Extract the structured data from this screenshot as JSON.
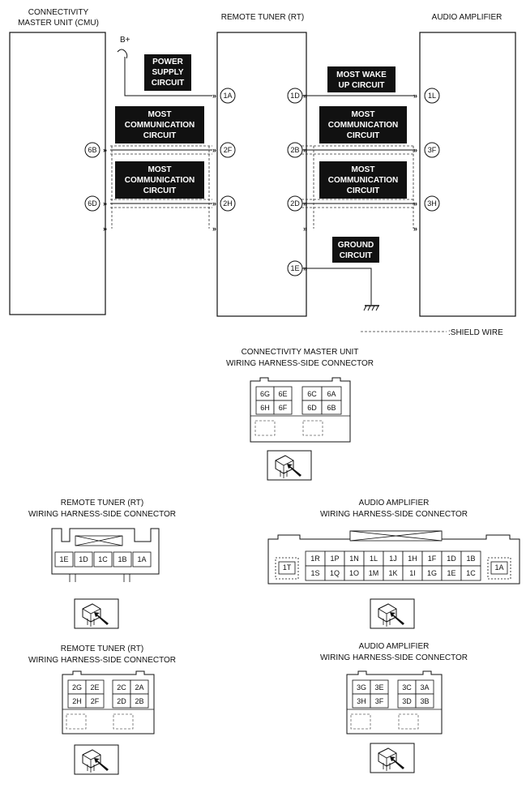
{
  "units": {
    "cmu": {
      "line1": "CONNECTIVITY",
      "line2": "MASTER UNIT (CMU)"
    },
    "rt": {
      "label": "REMOTE TUNER (RT)"
    },
    "amp": {
      "label": "AUDIO AMPLIFIER"
    }
  },
  "power": {
    "label": "B+"
  },
  "circuits": {
    "power_supply": [
      "POWER",
      "SUPPLY",
      "CIRCUIT"
    ],
    "most_comm_1": [
      "MOST",
      "COMMUNICATION",
      "CIRCUIT"
    ],
    "most_comm_2": [
      "MOST",
      "COMMUNICATION",
      "CIRCUIT"
    ],
    "most_wake": [
      "MOST WAKE",
      "UP CIRCUIT"
    ],
    "most_comm_3": [
      "MOST",
      "COMMUNICATION",
      "CIRCUIT"
    ],
    "most_comm_4": [
      "MOST",
      "COMMUNICATION",
      "CIRCUIT"
    ],
    "ground": [
      "GROUND",
      "CIRCUIT"
    ]
  },
  "pins": {
    "rt_1A": "1A",
    "rt_2F": "2F",
    "rt_2H": "2H",
    "rt_1D": "1D",
    "rt_2B": "2B",
    "rt_2D": "2D",
    "rt_1E": "1E",
    "cmu_6B": "6B",
    "cmu_6D": "6D",
    "amp_1L": "1L",
    "amp_3F": "3F",
    "amp_3H": "3H"
  },
  "legend": {
    "shield": ":SHIELD WIRE"
  },
  "connectors": {
    "cmu": {
      "title1": "CONNECTIVITY MASTER UNIT",
      "title2": "WIRING HARNESS-SIDE CONNECTOR",
      "rows_left": [
        [
          "6G",
          "6E"
        ],
        [
          "6H",
          "6F"
        ]
      ],
      "rows_right": [
        [
          "6C",
          "6A"
        ],
        [
          "6D",
          "6B"
        ]
      ]
    },
    "rt1": {
      "title1": "REMOTE TUNER (RT)",
      "title2": "WIRING HARNESS-SIDE CONNECTOR",
      "row": [
        "1E",
        "1D",
        "1C",
        "1B",
        "1A"
      ]
    },
    "amp1": {
      "title1": "AUDIO AMPLIFIER",
      "title2": "WIRING HARNESS-SIDE CONNECTOR",
      "side_left": "1T",
      "side_right": "1A",
      "row1": [
        "1R",
        "1P",
        "1N",
        "1L",
        "1J",
        "1H",
        "1F",
        "1D",
        "1B"
      ],
      "row2": [
        "1S",
        "1Q",
        "1O",
        "1M",
        "1K",
        "1I",
        "1G",
        "1E",
        "1C"
      ]
    },
    "rt2": {
      "title1": "REMOTE TUNER (RT)",
      "title2": "WIRING HARNESS-SIDE CONNECTOR",
      "rows_left": [
        [
          "2G",
          "2E"
        ],
        [
          "2H",
          "2F"
        ]
      ],
      "rows_right": [
        [
          "2C",
          "2A"
        ],
        [
          "2D",
          "2B"
        ]
      ]
    },
    "amp2": {
      "title1": "AUDIO AMPLIFIER",
      "title2": "WIRING HARNESS-SIDE CONNECTOR",
      "rows_left": [
        [
          "3G",
          "3E"
        ],
        [
          "3H",
          "3F"
        ]
      ],
      "rows_right": [
        [
          "3C",
          "3A"
        ],
        [
          "3D",
          "3B"
        ]
      ]
    }
  }
}
